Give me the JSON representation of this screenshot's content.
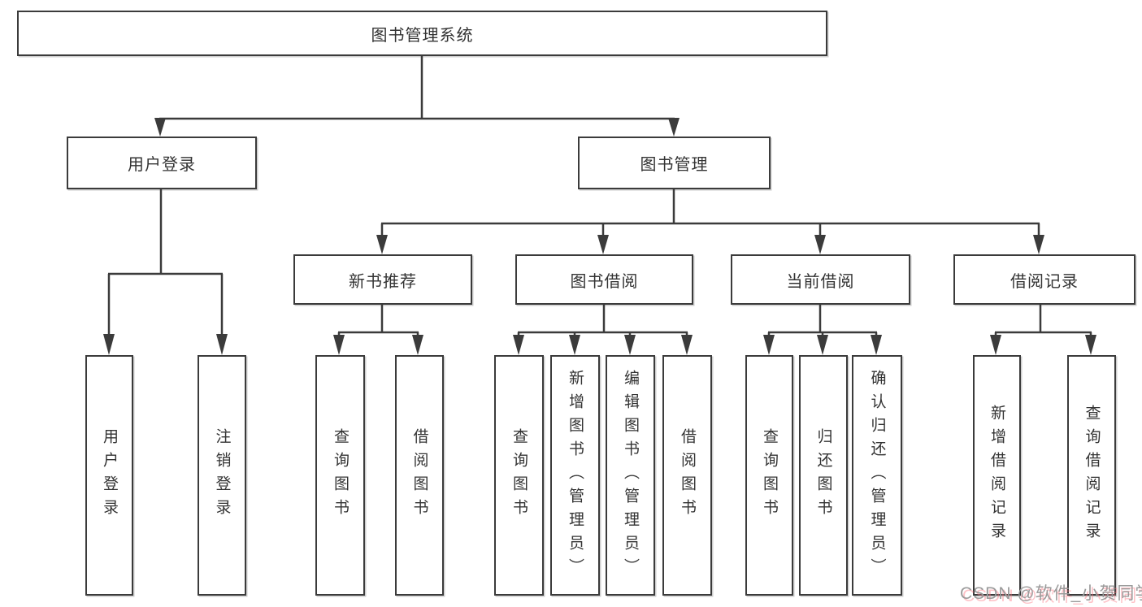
{
  "page": {
    "background": "#ffffff",
    "line_color": "#3b3b3b",
    "box_border_color": "#3b3b3b",
    "text_color": "#333333"
  },
  "diagram": {
    "root": {
      "label": "图书管理系统"
    },
    "branches": [
      {
        "label": "用户登录",
        "children": [
          "用户登录",
          "注销登录"
        ]
      },
      {
        "label": "图书管理",
        "children": [
          {
            "label": "新书推荐",
            "children": [
              "查询图书",
              "借阅图书"
            ]
          },
          {
            "label": "图书借阅",
            "children": [
              "查询图书",
              "新增图书（管理员）",
              "编辑图书（管理员）",
              "借阅图书"
            ]
          },
          {
            "label": "当前借阅",
            "children": [
              "查询图书",
              "归还图书",
              "确认归还（管理员）"
            ]
          },
          {
            "label": "借阅记录",
            "children": [
              "新增借阅记录",
              "查询借阅记录"
            ]
          }
        ]
      }
    ]
  },
  "watermark": {
    "text": "CSDN @软件_小贺同学",
    "color": "#9b9b9b",
    "accent_color": "#fc7a84"
  }
}
